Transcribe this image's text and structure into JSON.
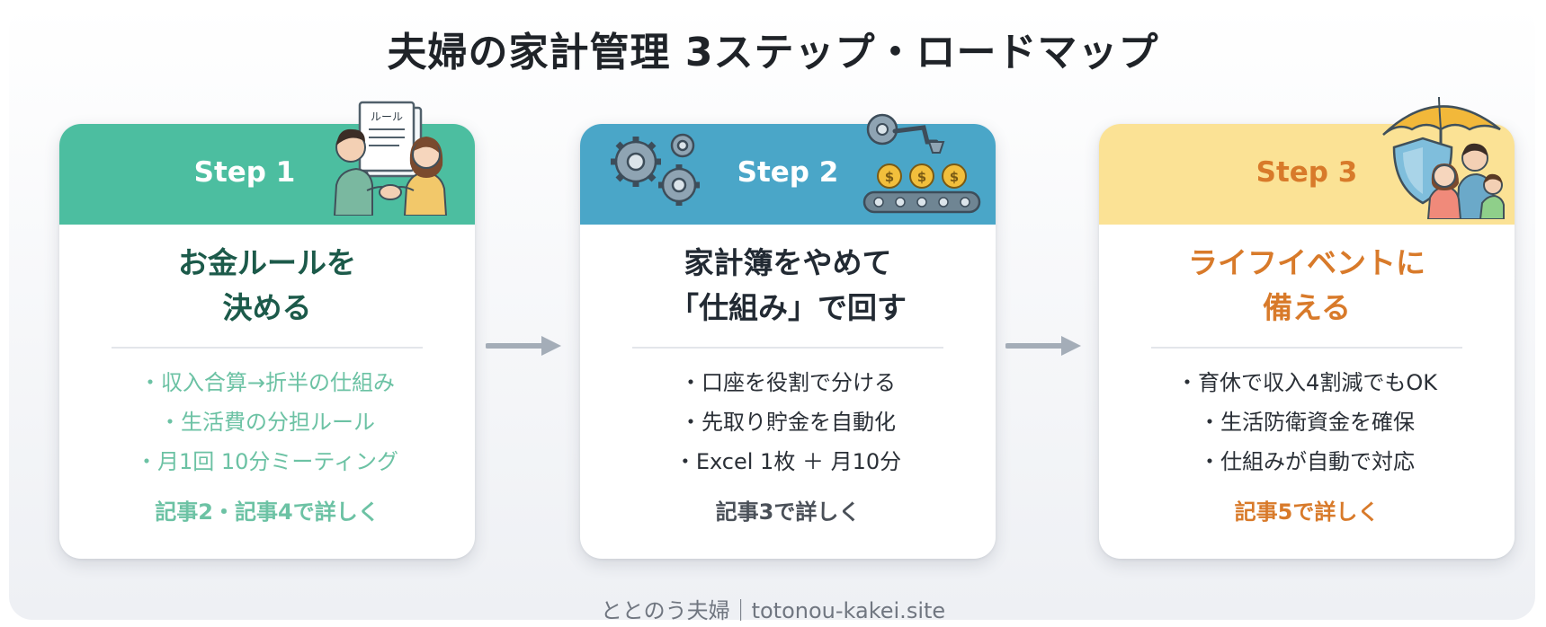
{
  "title": "夫婦の家計管理 3ステップ・ロードマップ",
  "colors": {
    "step1_header": "#4cbea0",
    "step1_text": "#1c5a4a",
    "step1_points": "#6cc2a4",
    "step2_header": "#4aa6c8",
    "step2_text": "#222a33",
    "step2_points": "#2a2f36",
    "step3_header": "#fbe295",
    "step3_text": "#d87a2a",
    "step3_points": "#2a2f36",
    "arrow": "#a4adb8"
  },
  "steps": [
    {
      "label": "Step 1",
      "title_lines": [
        "お金ルールを",
        "決める"
      ],
      "points": [
        "・収入合算→折半の仕組み",
        "・生活費の分担ルール",
        "・月1回 10分ミーティング"
      ],
      "link": "記事2・記事4で詳しく",
      "illustration": "couple-handshake-rules-icon",
      "illustration_text": "ルール"
    },
    {
      "label": "Step 2",
      "title_lines": [
        "家計簿をやめて",
        "「仕組み」で回す"
      ],
      "points": [
        "・口座を役割で分ける",
        "・先取り貯金を自動化",
        "・Excel 1枚 ＋ 月10分"
      ],
      "link": "記事3で詳しく",
      "illustration": "gears-conveyor-coins-icon",
      "coin_symbol": "$"
    },
    {
      "label": "Step 3",
      "title_lines": [
        "ライフイベントに",
        "備える"
      ],
      "points": [
        "・育休で収入4割減でもOK",
        "・生活防衛資金を確保",
        "・仕組みが自動で対応"
      ],
      "link": "記事5で詳しく",
      "illustration": "family-umbrella-shield-icon"
    }
  ],
  "footer": "ととのう夫婦｜totonou-kakei.site"
}
